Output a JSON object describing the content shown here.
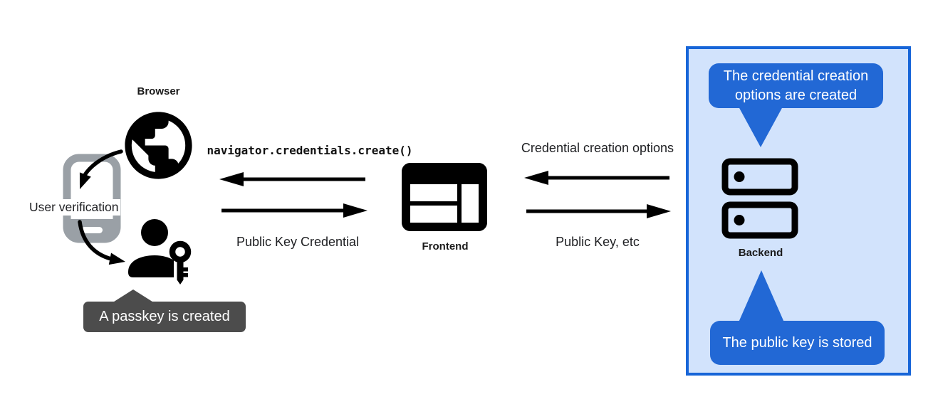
{
  "colors": {
    "panel_fill": "#d2e3fc",
    "panel_border": "#1765d8",
    "tooltip_blue": "#2268d5",
    "tooltip_gray": "#4c4c4c",
    "icon_black": "#000000",
    "phone_gray": "#9aa0a6",
    "text": "#202124"
  },
  "left_group": {
    "browser_label": "Browser",
    "user_verification_label": "User verification",
    "passkey_tooltip": "A passkey is created",
    "icons": [
      "globe-icon",
      "phone-icon",
      "person-key-icon",
      "globe-to-phone-arrow",
      "phone-to-person-arrow"
    ]
  },
  "frontend_group": {
    "code_label": "navigator.credentials.create()",
    "return_label": "Public Key Credential",
    "frontend_label": "Frontend",
    "icons": [
      "frontend-window-icon",
      "credentials-create-arrow",
      "public-key-credential-arrow"
    ]
  },
  "backend_group": {
    "request_label": "Credential creation options",
    "response_label": "Public Key, etc",
    "backend_label": "Backend",
    "tooltip_top": "The credential creation options are created",
    "tooltip_bottom": "The public key is stored",
    "icons": [
      "backend-server-icon",
      "credential-options-arrow",
      "public-key-arrow"
    ]
  }
}
